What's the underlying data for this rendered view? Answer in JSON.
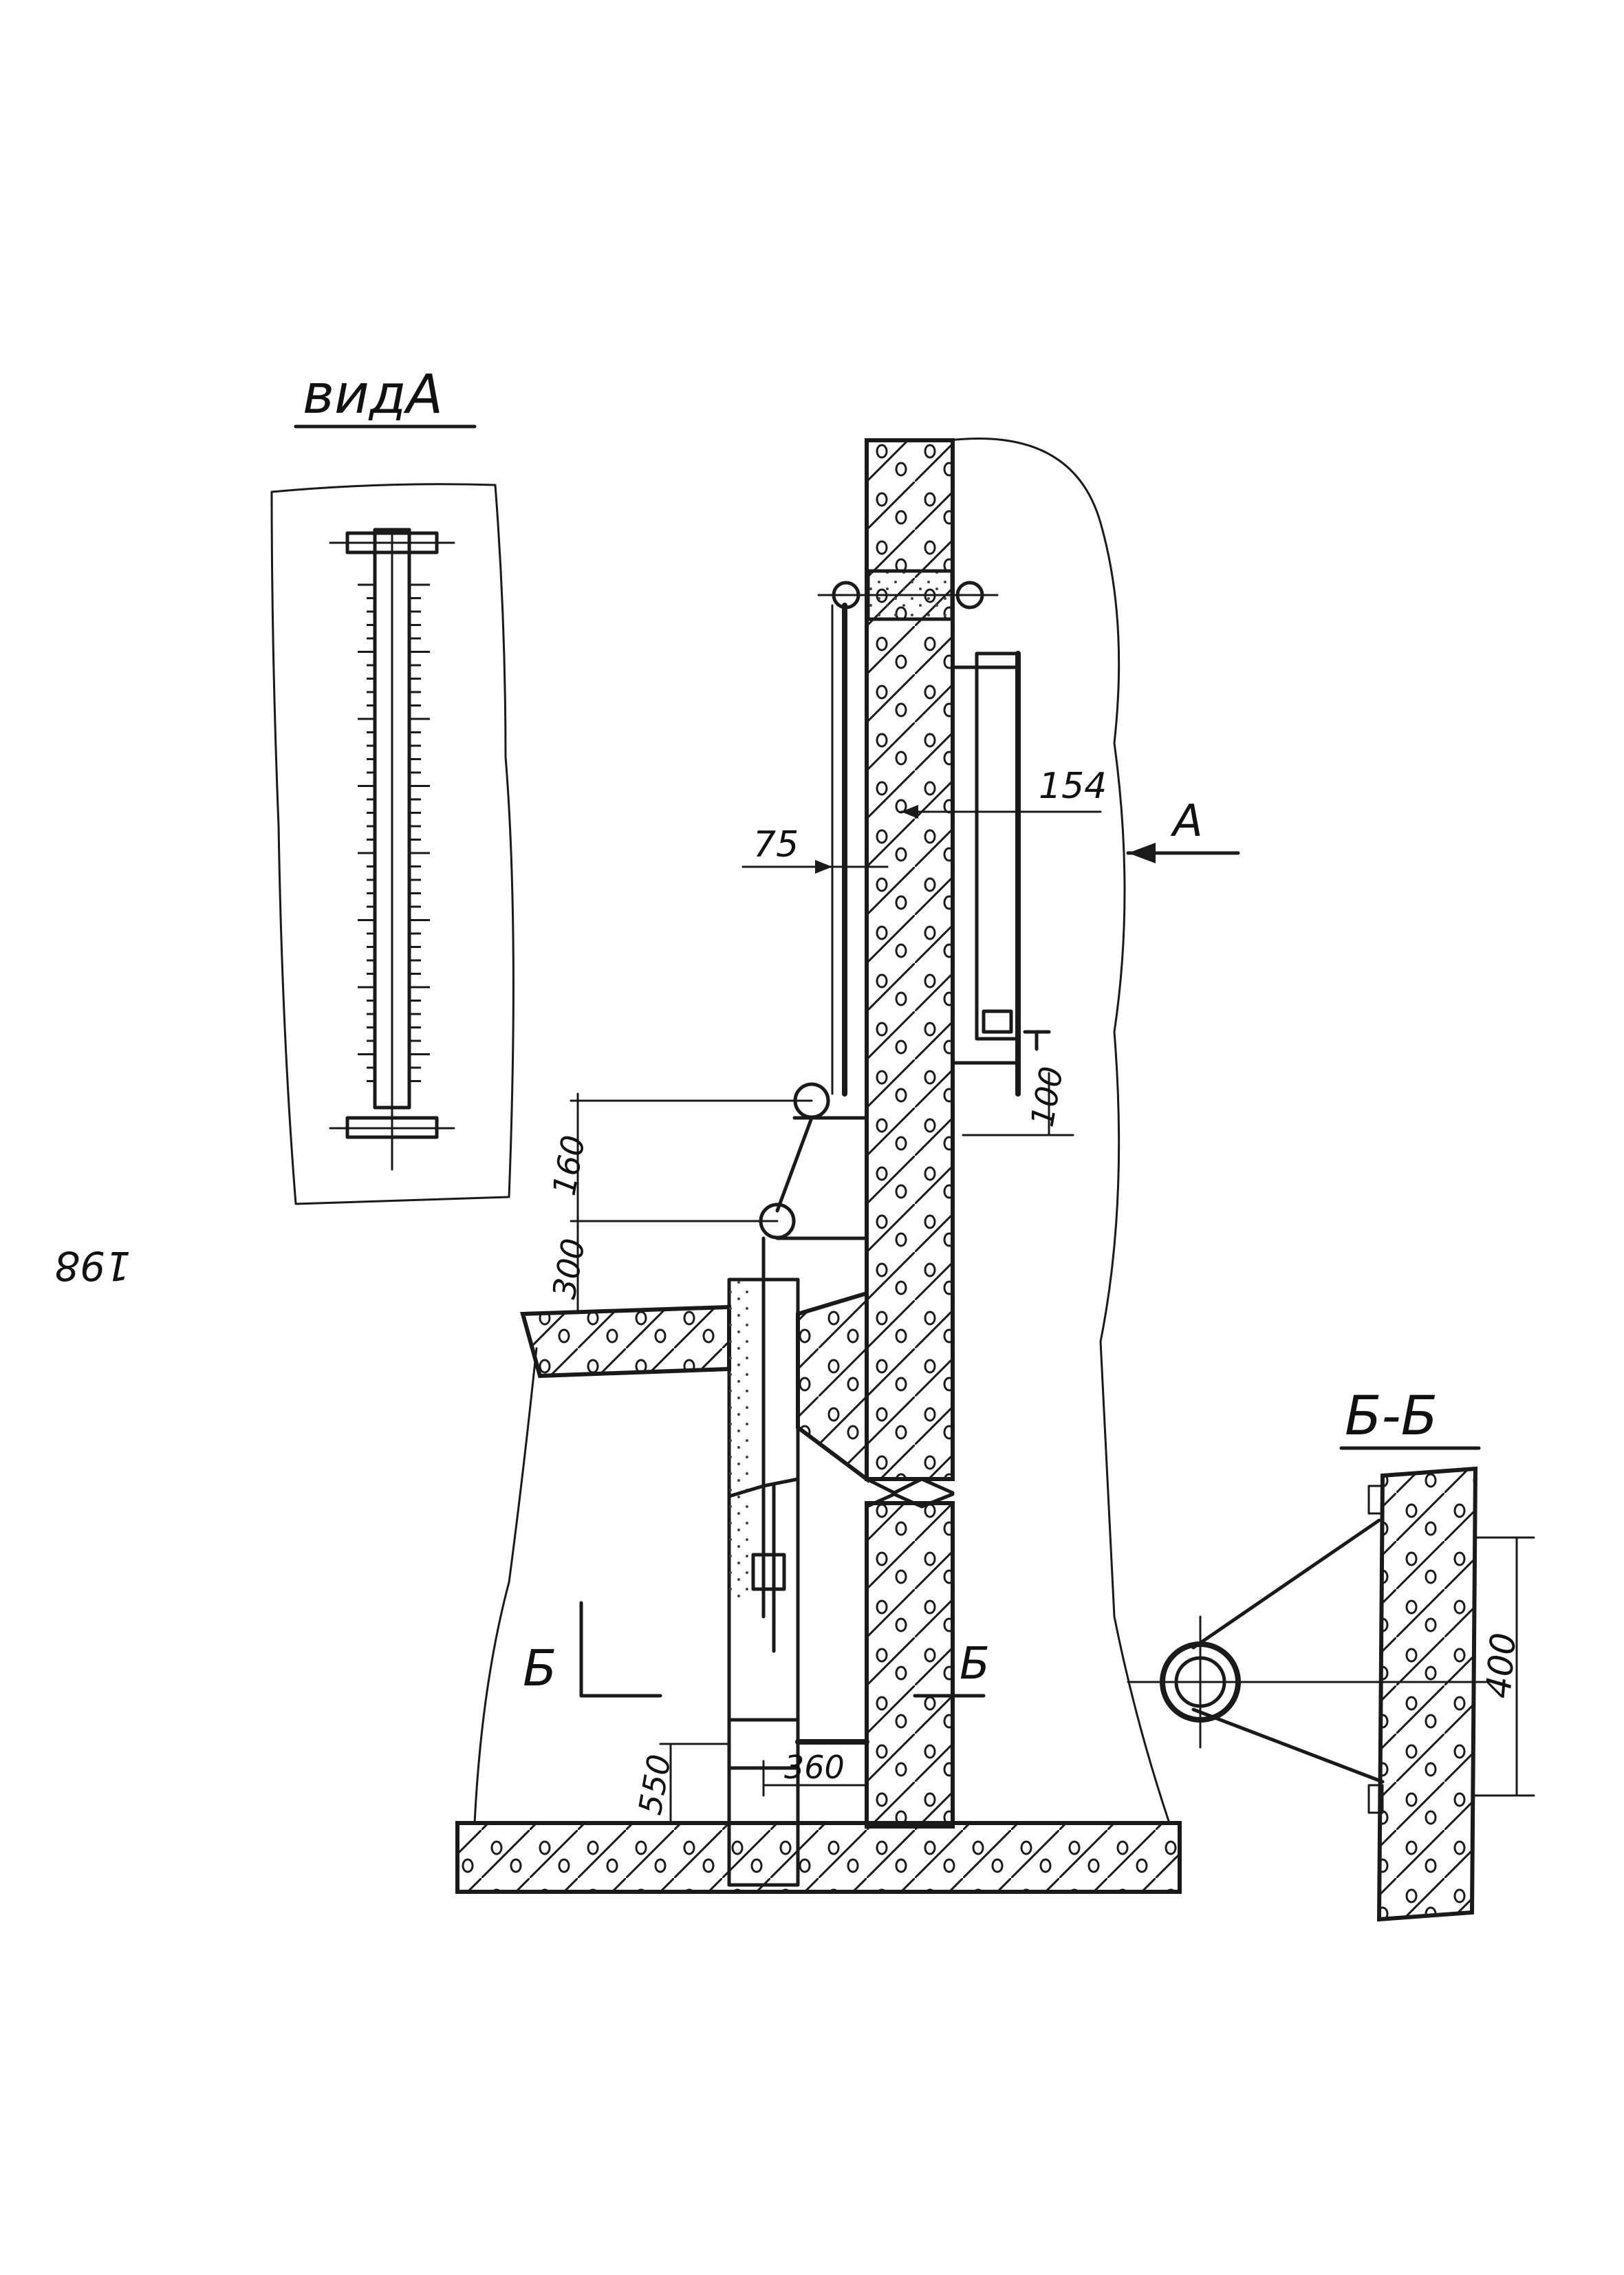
{
  "view_a": {
    "title": "видА"
  },
  "section": {
    "title": "Б-Б",
    "dim_400": "400"
  },
  "labels": {
    "arrow_a": "А",
    "cut_left": "Б",
    "cut_right": "Б"
  },
  "dims": {
    "d154": "154",
    "d75": "75",
    "d100": "100",
    "d160": "160",
    "d300": "300",
    "d550": "550",
    "d360": "360"
  },
  "margin_note": "198",
  "colors": {
    "ink": "#1a1a1a",
    "paper": "#ffffff"
  }
}
